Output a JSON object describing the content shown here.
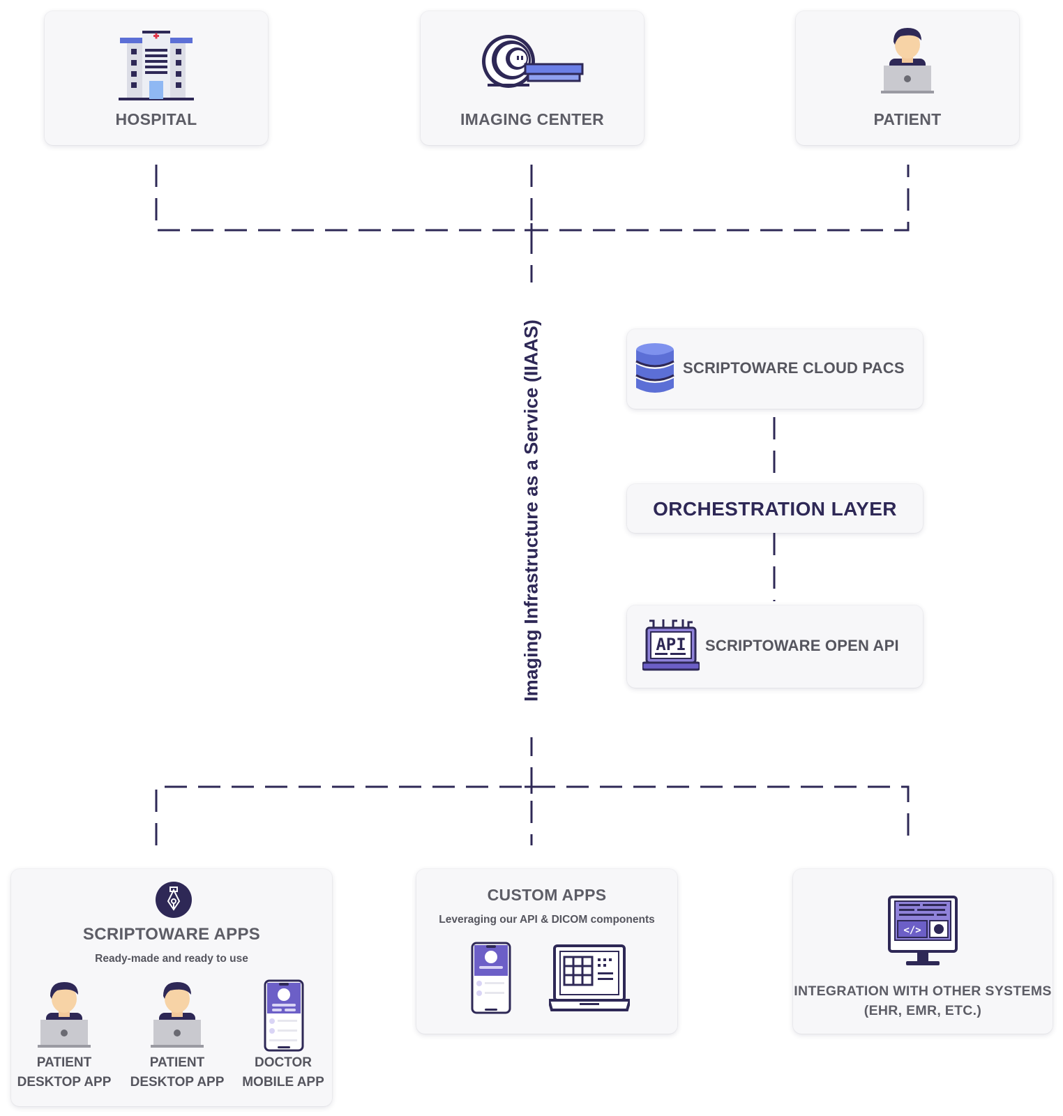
{
  "top_nodes": {
    "hospital": "HOSPITAL",
    "imaging_center": "IMAGING CENTER",
    "patient": "PATIENT"
  },
  "central_label": "Imaging Infrastructure as a Service (IIAAS)",
  "stack": {
    "cloud_pacs": "SCRIPTOWARE CLOUD PACS",
    "orchestration": "ORCHESTRATION LAYER",
    "open_api": "SCRIPTOWARE OPEN API",
    "api_icon_text": "API"
  },
  "bottom_nodes": {
    "scriptoware_apps": {
      "title": "SCRIPTOWARE APPS",
      "subtitle": "Ready-made and ready to use",
      "items": [
        {
          "line1": "PATIENT",
          "line2": "DESKTOP APP"
        },
        {
          "line1": "PATIENT",
          "line2": "DESKTOP APP"
        },
        {
          "line1": "DOCTOR",
          "line2": "MOBILE APP"
        }
      ]
    },
    "custom_apps": {
      "title": "CUSTOM APPS",
      "subtitle": "Leveraging our API & DICOM components"
    },
    "integration": {
      "line1": "INTEGRATION WITH OTHER SYSTEMS",
      "line2": "(EHR, EMR, ETC.)"
    }
  },
  "colors": {
    "navy": "#2e2856",
    "purple": "#6c5fc7",
    "blue": "#6b7fe6",
    "label_gray": "#5d5d66"
  }
}
